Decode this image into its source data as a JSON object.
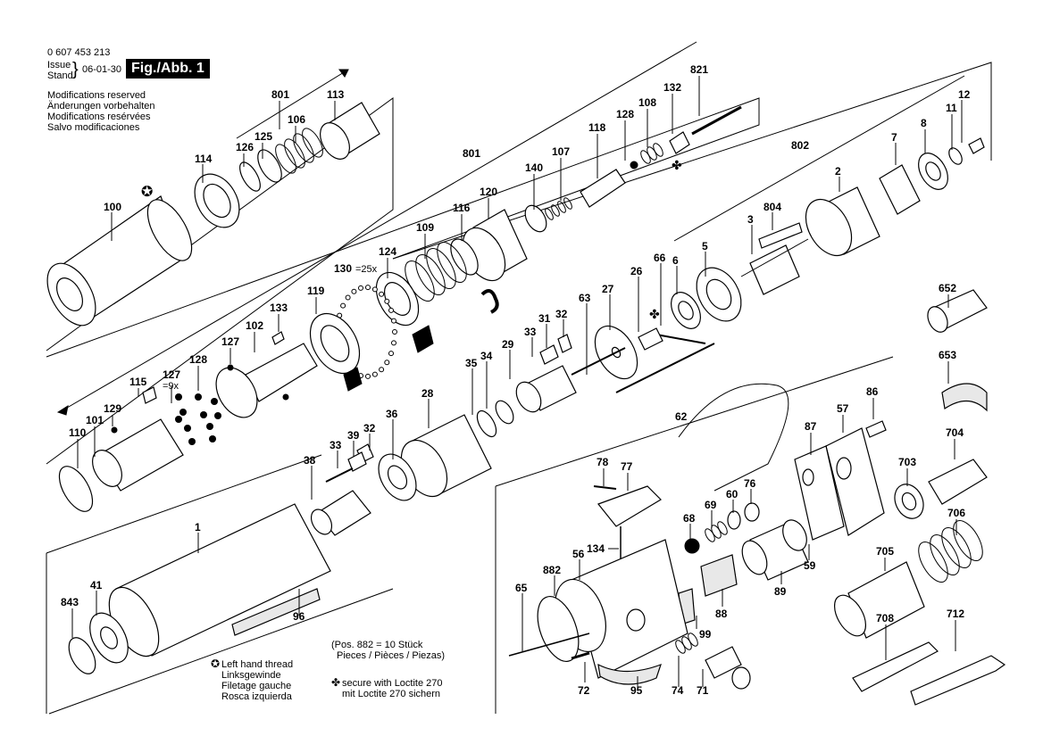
{
  "header": {
    "part_number": "0 607 453 213",
    "issue_label": "Issue",
    "stand_label": "Stand",
    "date": "06-01-30",
    "fig_label": "Fig./Abb. 1"
  },
  "modifications": [
    "Modifications reserved",
    "Änderungen vorbehalten",
    "Modifications resérvées",
    "Salvo modificaciones"
  ],
  "legend_left_hand": [
    "Left hand thread",
    "Linksgewinde",
    "Filetage gauche",
    "Rosca izquierda"
  ],
  "legend_loctite": [
    "secure with Loctite 270",
    "mit Loctite 270 sichern"
  ],
  "pos_note": [
    "(Pos. 882 = 10 Stück",
    "Pieces / Pièces / Piezas)"
  ],
  "label_130": "130",
  "label_130_qty": "=25x",
  "label_127b_qty": "=9x",
  "labels": {
    "l801a": "801",
    "l113": "113",
    "l106": "106",
    "l125": "125",
    "l126": "126",
    "l114": "114",
    "l100": "100",
    "l821": "821",
    "l132": "132",
    "l108": "108",
    "l128a": "128",
    "l118": "118",
    "l107": "107",
    "l140": "140",
    "l801b": "801",
    "l120": "120",
    "l116": "116",
    "l109": "109",
    "l124": "124",
    "l119": "119",
    "l133": "133",
    "l102": "102",
    "l127a": "127",
    "l128b": "128",
    "l127b": "127",
    "l115": "115",
    "l129": "129",
    "l101": "101",
    "l110": "110",
    "l12": "12",
    "l11": "11",
    "l8": "8",
    "l7": "7",
    "l802": "802",
    "l2": "2",
    "l804": "804",
    "l3": "3",
    "l5": "5",
    "l6": "6",
    "l66": "66",
    "l26": "26",
    "l27": "27",
    "l63": "63",
    "l32a": "32",
    "l31": "31",
    "l33a": "33",
    "l29": "29",
    "l34": "34",
    "l35": "35",
    "l28": "28",
    "l36": "36",
    "l32b": "32",
    "l39": "39",
    "l33b": "33",
    "l38": "38",
    "l1": "1",
    "l41": "41",
    "l843": "843",
    "l96": "96",
    "l652": "652",
    "l653": "653",
    "l62": "62",
    "l86": "86",
    "l57": "57",
    "l87": "87",
    "l704": "704",
    "l703": "703",
    "l706": "706",
    "l705": "705",
    "l712": "712",
    "l708": "708",
    "l78": "78",
    "l77": "77",
    "l76": "76",
    "l60": "60",
    "l69": "69",
    "l68": "68",
    "l134": "134",
    "l56": "56",
    "l882": "882",
    "l65": "65",
    "l59": "59",
    "l89": "89",
    "l88": "88",
    "l99": "99",
    "l72": "72",
    "l95": "95",
    "l74": "74",
    "l71": "71"
  }
}
